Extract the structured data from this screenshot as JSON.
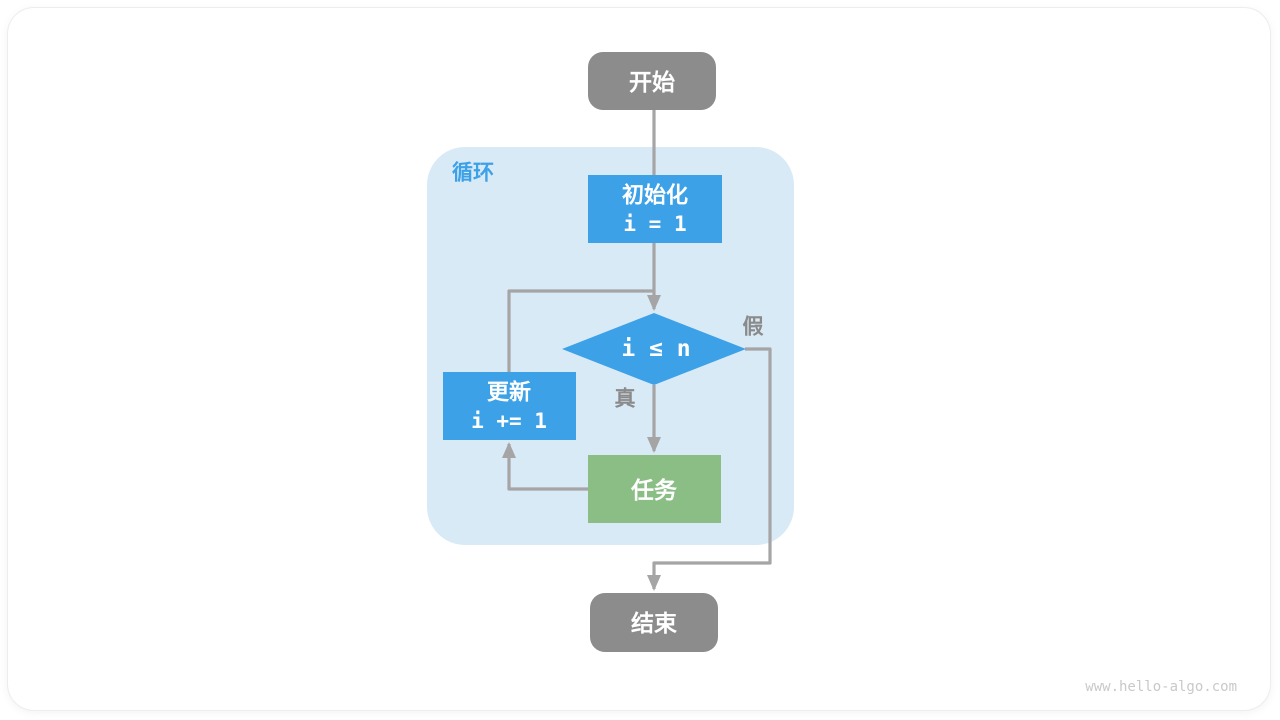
{
  "page": {
    "watermark": "www.hello-algo.com"
  },
  "colors": {
    "node_blue": "#3da1e8",
    "node_green": "#8bbe85",
    "node_gray": "#8c8c8c",
    "container_blue": "#d9eaf7",
    "line_gray": "#a5a5a5",
    "label_gray": "#8a8a8a",
    "loop_label_blue": "#3da1e8",
    "text_white": "#ffffff"
  },
  "flowchart": {
    "start_node": {
      "label": "开始"
    },
    "loop_container": {
      "label": "循环"
    },
    "init_node": {
      "line1": "初始化",
      "line2": "i = 1"
    },
    "condition_node": {
      "label": "i ≤ n"
    },
    "true_branch": {
      "label": "真"
    },
    "false_branch": {
      "label": "假"
    },
    "task_node": {
      "label": "任务"
    },
    "update_node": {
      "line1": "更新",
      "line2": "i += 1"
    },
    "end_node": {
      "label": "结束"
    }
  }
}
